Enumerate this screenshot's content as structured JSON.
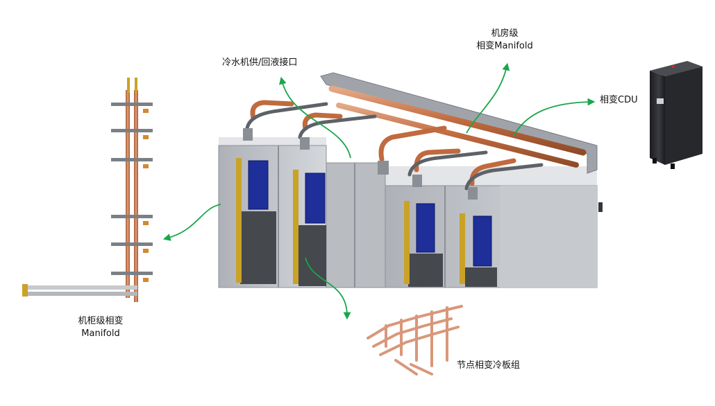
{
  "labels": {
    "chiller_interface": "冷水机供/回液接口",
    "room_manifold_line1": "机房级",
    "room_manifold_line2": "相变Manifold",
    "cdu": "相变CDU",
    "rack_manifold_line1": "机柜级相变",
    "rack_manifold_line2": "Manifold",
    "cold_plate": "节点相变冷板组"
  },
  "colors": {
    "arrow": "#1aa64a",
    "copper": "#c87a50",
    "cabinet": "#c9ccd1",
    "panel_blue": "#1e2f9a",
    "cdu_body": "#2b2d31"
  }
}
